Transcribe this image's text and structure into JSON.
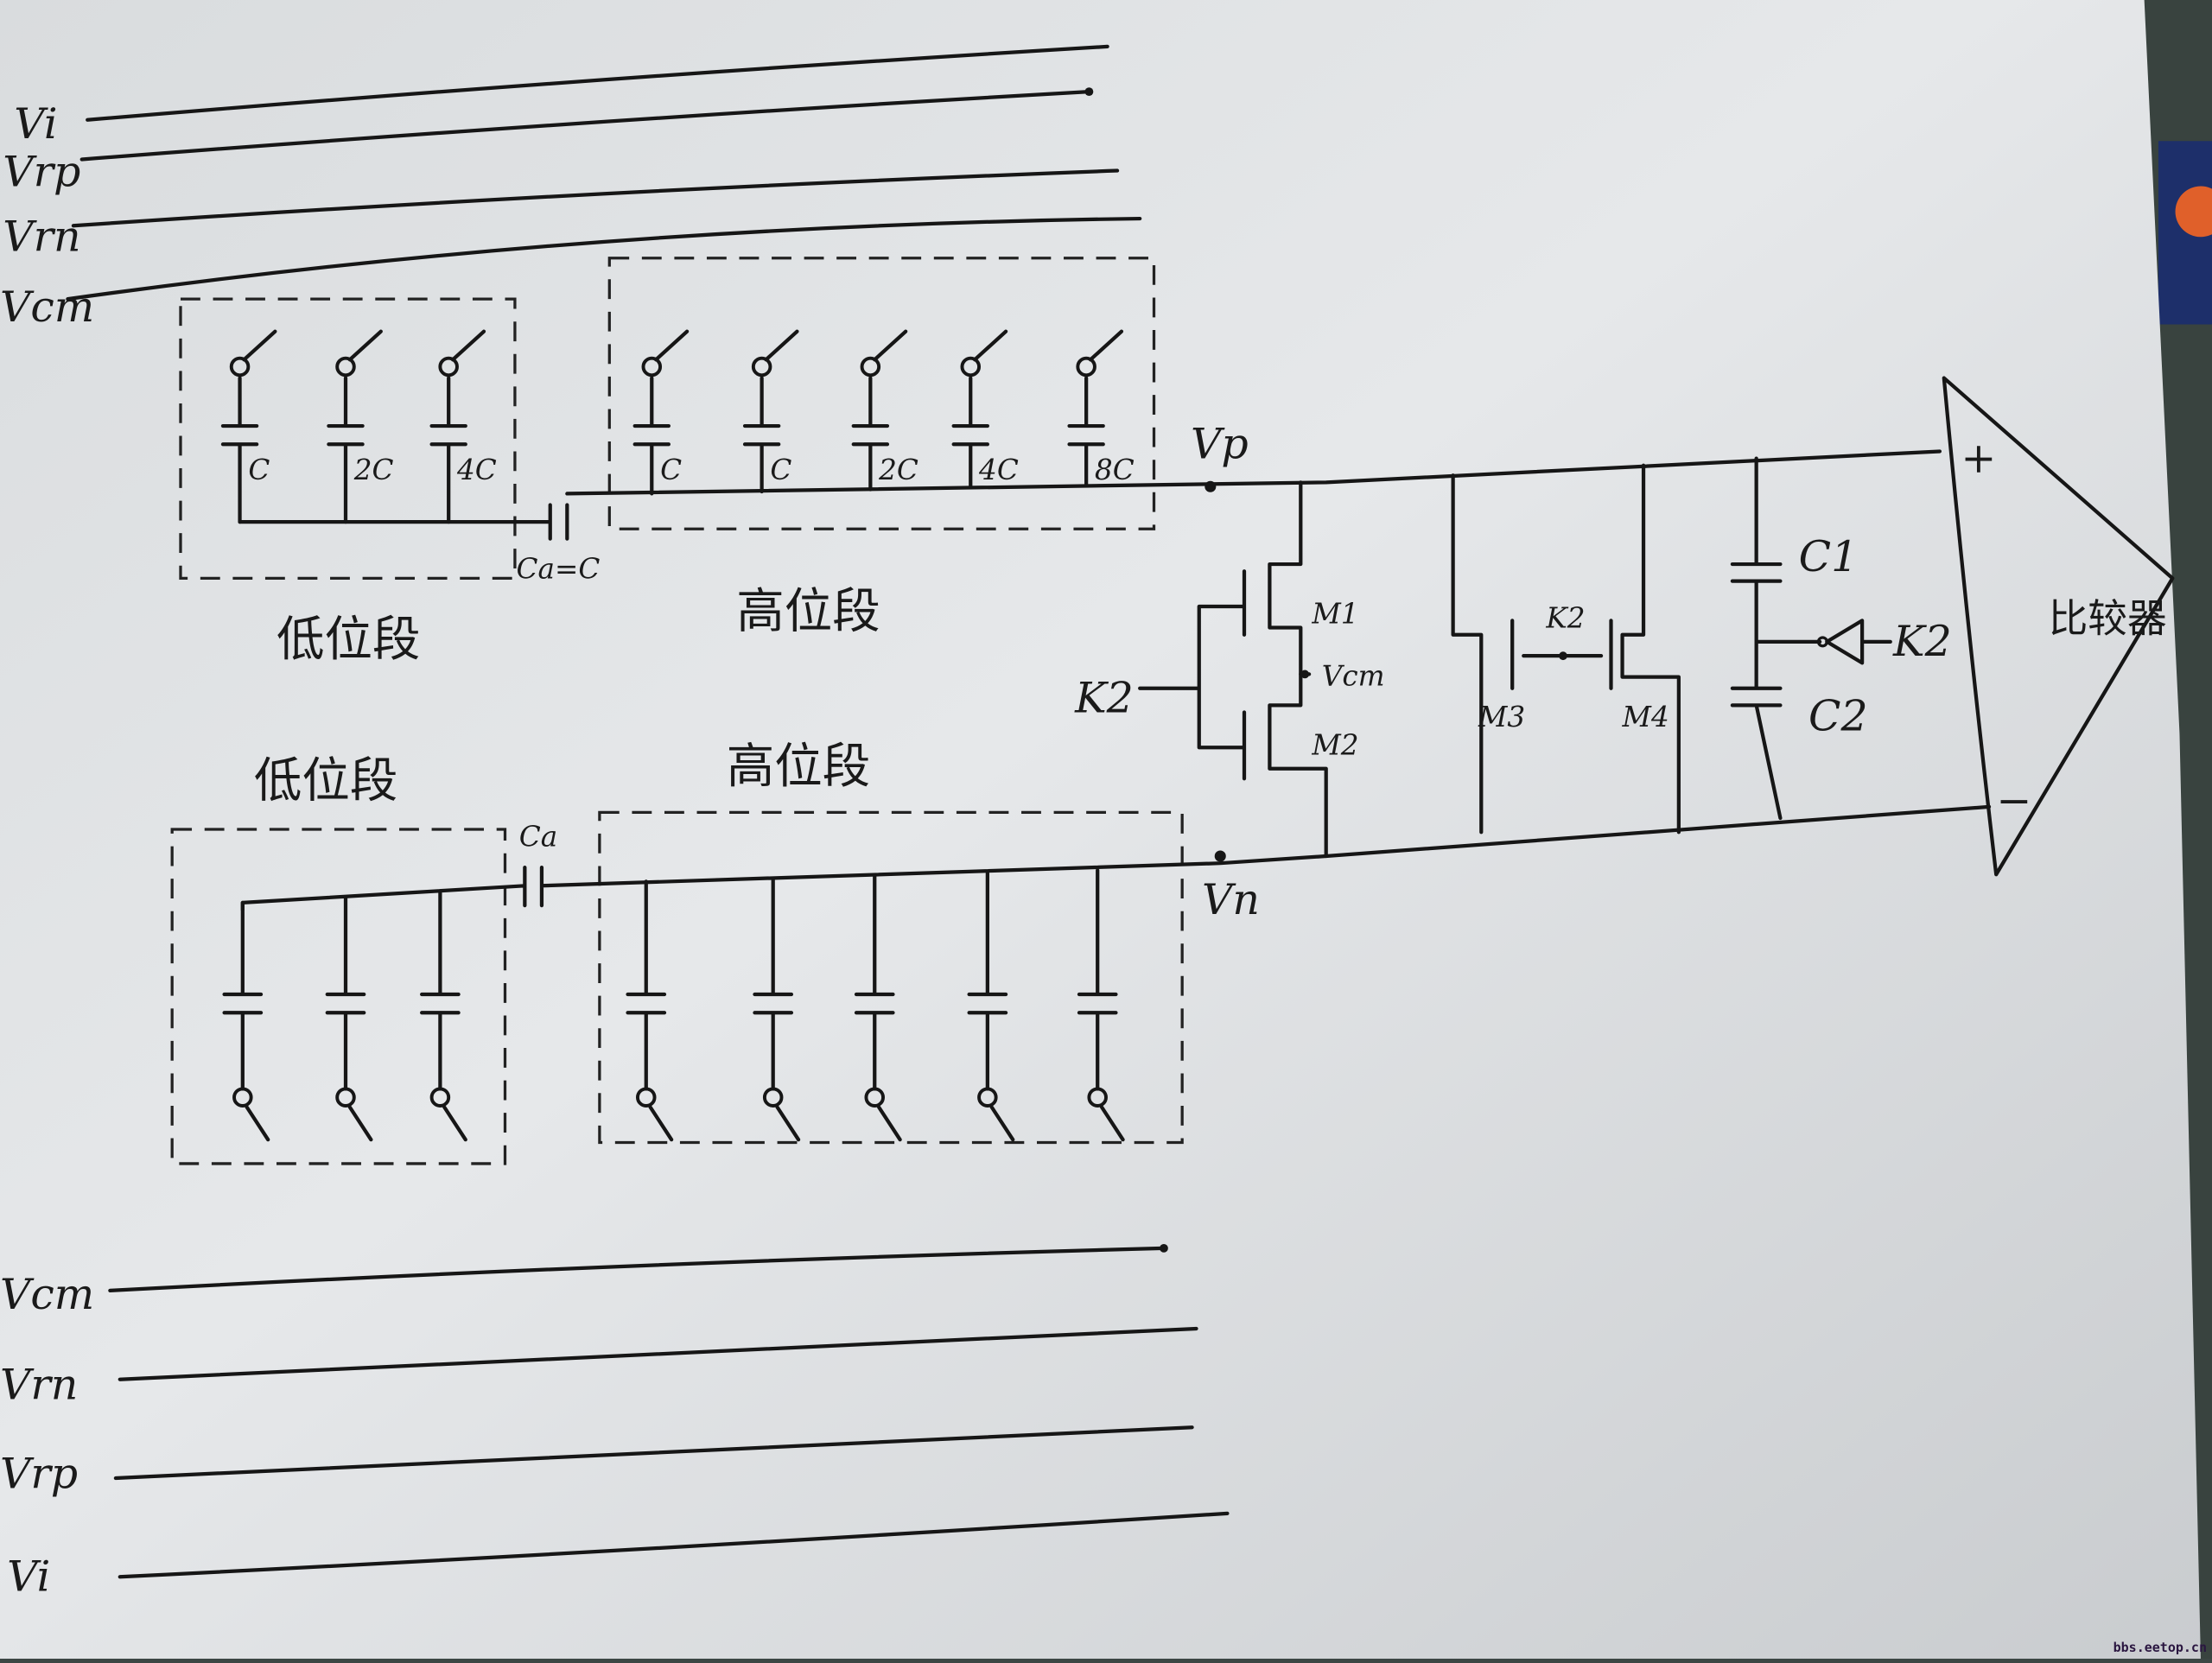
{
  "top_rails": [
    {
      "label": "Vi"
    },
    {
      "label": "Vrp"
    },
    {
      "label": "Vrn"
    },
    {
      "label": "Vcm"
    }
  ],
  "bottom_rails": [
    {
      "label": "Vcm"
    },
    {
      "label": "Vrn"
    },
    {
      "label": "Vrp"
    },
    {
      "label": "Vi"
    }
  ],
  "top_array": {
    "low_section_label": "低位段",
    "high_section_label": "高位段",
    "coupling_cap_label": "Ca=C",
    "low_caps": [
      "C",
      "2C",
      "4C"
    ],
    "high_caps": [
      "C",
      "C",
      "2C",
      "4C",
      "8C"
    ],
    "node_label": "Vp"
  },
  "bottom_array": {
    "low_section_label": "低位段",
    "high_section_label": "高位段",
    "coupling_cap_label": "Ca",
    "node_label": "Vn"
  },
  "switches": {
    "k2_left": "K2",
    "m1": "M1",
    "m2": "M2",
    "vcm": "Vcm",
    "k2_mid": "K2",
    "m3": "M3",
    "m4": "M4",
    "c1": "C1",
    "c2": "C2",
    "k2_right": "K2"
  },
  "comparator": {
    "label": "比较器",
    "plus": "+",
    "minus": "−"
  },
  "watermark": "bbs.eetop.cn"
}
